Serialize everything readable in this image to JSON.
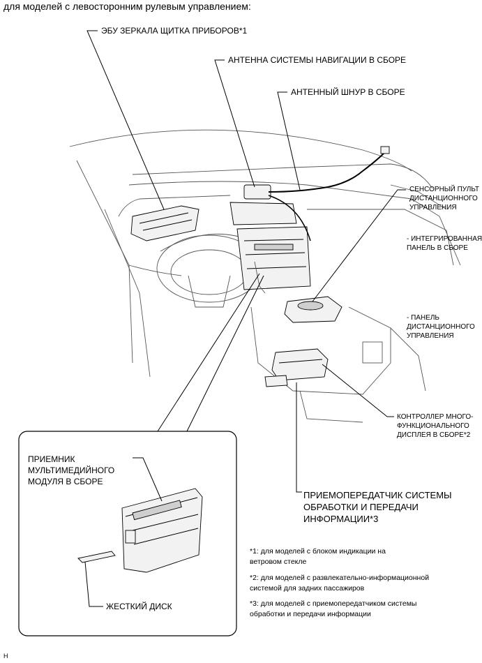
{
  "heading": "для моделей с левосторонним рулевым управлением:",
  "labels": {
    "hud_ecu": "ЭБУ ЗЕРКАЛА ЩИТКА ПРИБОРОВ*1",
    "nav_antenna": "АНТЕННА СИСТЕМЫ НАВИГАЦИИ В СБОРЕ",
    "antenna_cord": "АНТЕННЫЙ ШНУР В СБОРЕ",
    "touch_remote_line1": "СЕНСОРНЫЙ ПУЛЬТ",
    "touch_remote_line2": "ДИСТАНЦИОННОГО",
    "touch_remote_line3": "УПРАВЛЕНИЯ",
    "integrated_panel_line1": "- ИНТЕГРИРОВАННАЯ",
    "integrated_panel_line2": "ПАНЕЛЬ В СБОРЕ",
    "remote_panel_line1": "- ПАНЕЛЬ",
    "remote_panel_line2": "ДИСТАНЦИОННОГО",
    "remote_panel_line3": "УПРАВЛЕНИЯ",
    "mfd_controller_line1": "КОНТРОЛЛЕР МНОГО-",
    "mfd_controller_line2": "ФУНКЦИОНАЛЬНОГО",
    "mfd_controller_line3": "ДИСПЛЕЯ В СБОРЕ*2",
    "receiver_line1": "ПРИЕМНИК",
    "receiver_line2": "МУЛЬТИМЕДИЙНОГО",
    "receiver_line3": "МОДУЛЯ В СБОРЕ",
    "transceiver_line1": "ПРИЕМОПЕРЕДАТЧИК СИСТЕМЫ",
    "transceiver_line2": "ОБРАБОТКИ И ПЕРЕДАЧИ",
    "transceiver_line3": "ИНФОРМАЦИИ*3",
    "hard_disk": "ЖЕСТКИЙ ДИСК"
  },
  "notes": {
    "n1_line1": "*1: для моделей с блоком индикации на",
    "n1_line2": "ветровом стекле",
    "n2_line1": "*2: для моделей с развлекательно-информационной",
    "n2_line2": "системой для задних пассажиров",
    "n3_line1": "*3: для моделей с приемопередатчиком системы",
    "n3_line2": "обработки и передачи информации"
  },
  "corner_mark": "H"
}
